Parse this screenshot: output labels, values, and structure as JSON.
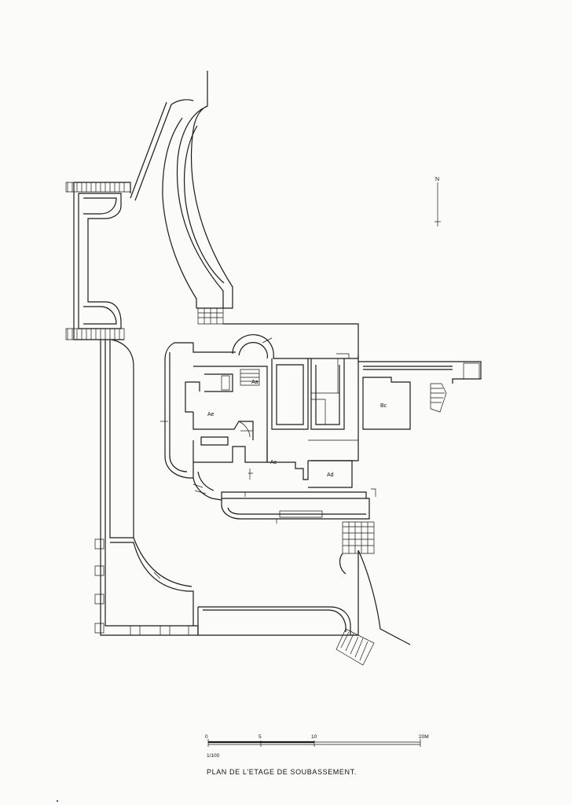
{
  "drawing": {
    "title": "PLAN DE L'ETAGE DE SOUBASSEMENT.",
    "scale_ratio": "1/100",
    "north_label": "N",
    "scale_bar": {
      "ticks": [
        "0",
        "5",
        "10",
        "20M"
      ]
    },
    "rooms": {
      "aa": "Aa",
      "ae": "Ae",
      "ac": "Ac",
      "ad": "Ad",
      "bc": "Bc"
    }
  }
}
